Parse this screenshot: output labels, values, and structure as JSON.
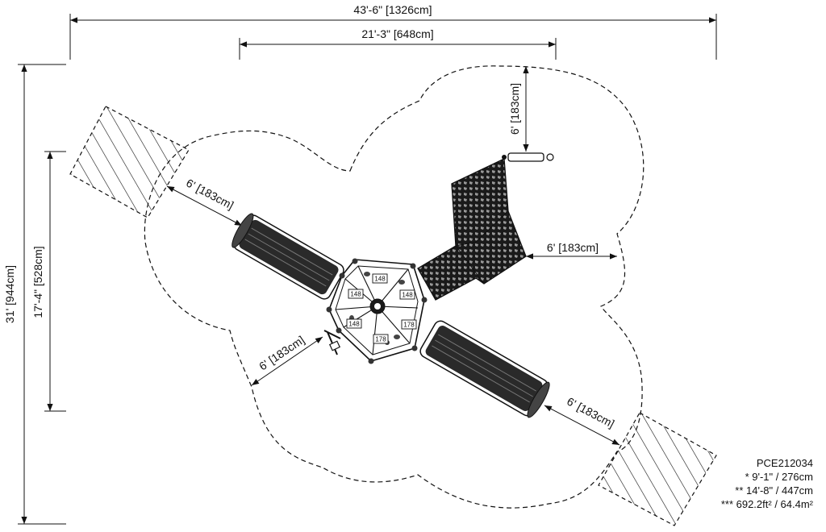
{
  "dimensions": {
    "overall_width": "43'-6\" [1326cm]",
    "inner_width": "21'-3\" [648cm]",
    "overall_height": "31' [944cm]",
    "inner_height": "17'-4\" [528cm]",
    "clearance_top": "6' [183cm]",
    "clearance_upper_left": "6' [183cm]",
    "clearance_right": "6' [183cm]",
    "clearance_lower_left": "6' [183cm]",
    "clearance_lower_right": "6' [183cm]"
  },
  "deck_labels": [
    "148",
    "148",
    "148",
    "148",
    "178",
    "178"
  ],
  "notes": {
    "model": "PCE212034",
    "line1": "* 9'-1\" / 276cm",
    "line2": "** 14'-8\" / 447cm",
    "line3": "*** 692.2ft² / 64.4m²"
  }
}
